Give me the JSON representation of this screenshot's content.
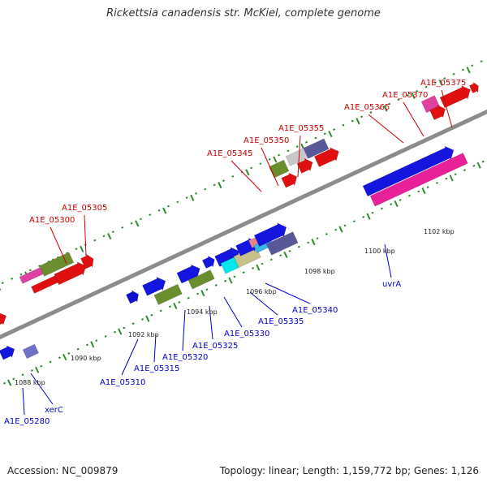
{
  "title": "Rickettsia canadensis str. McKiel, complete genome",
  "footer": {
    "accession": "Accession: NC_009879",
    "summary": "Topology: linear; Length: 1,159,772 bp; Genes: 1,126"
  },
  "colors": {
    "backbone": "#8c8c8c",
    "tick": "#2e8b2e",
    "forward_label": "#cc0000",
    "reverse_label": "#0000cc"
  },
  "scale_labels": [
    "1088 kbp",
    "1090 kbp",
    "1092 kbp",
    "1094 kbp",
    "1096 kbp",
    "1098 kbp",
    "1100 kbp",
    "1102 kbp"
  ],
  "forward_labels": [
    "A1E_05300",
    "A1E_05305",
    "A1E_05345",
    "A1E_05350",
    "A1E_05355",
    "A1E_05365",
    "A1E_05370",
    "A1E_05375"
  ],
  "reverse_labels": [
    "A1E_05280",
    "xerC",
    "A1E_05310",
    "A1E_05315",
    "A1E_05320",
    "A1E_05325",
    "A1E_05330",
    "A1E_05335",
    "A1E_05340",
    "uvrA"
  ]
}
